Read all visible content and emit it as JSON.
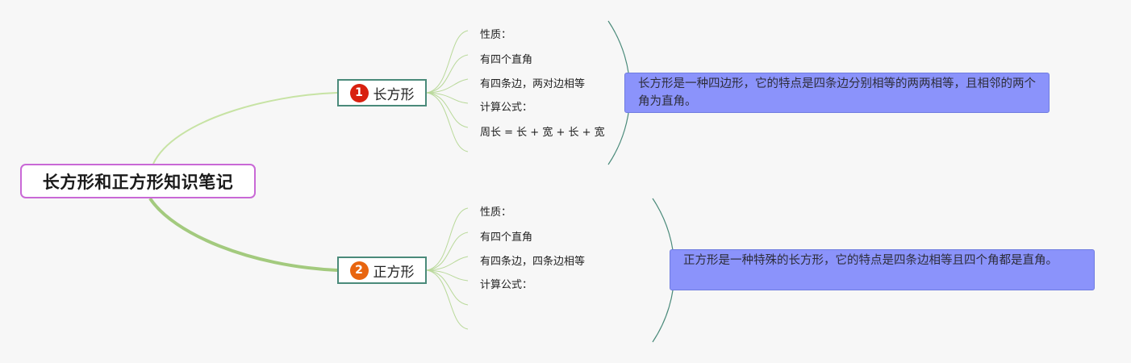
{
  "root": {
    "title": "长方形和正方形知识笔记"
  },
  "branches": [
    {
      "label": "长方形",
      "badge_number": "1",
      "badge_color": "#d8200f",
      "items": [
        "性质：",
        "有四个直角",
        "有四条边，两对边相等",
        "计算公式：",
        "周长 = 长 + 宽 + 长 + 宽"
      ],
      "note": "长方形是一种四边形，它的特点是四条边分别相等的两两相等，且相邻的两个角为直角。"
    },
    {
      "label": "正方形",
      "badge_number": "2",
      "badge_color": "#e8650f",
      "items": [
        "性质：",
        "有四个直角",
        "有四条边，四条边相等",
        "计算公式："
      ],
      "note": "正方形是一种特殊的长方形，它的特点是四条边相等且四个角都是直角。"
    }
  ],
  "colors": {
    "connector_light": "#c7e3a4",
    "connector_strong": "#a3ca7e",
    "leaf_line": "#b9d99a",
    "bracket": "#4a8a7a",
    "root_border": "#c969d6",
    "note_fill": "#8b93fb"
  }
}
